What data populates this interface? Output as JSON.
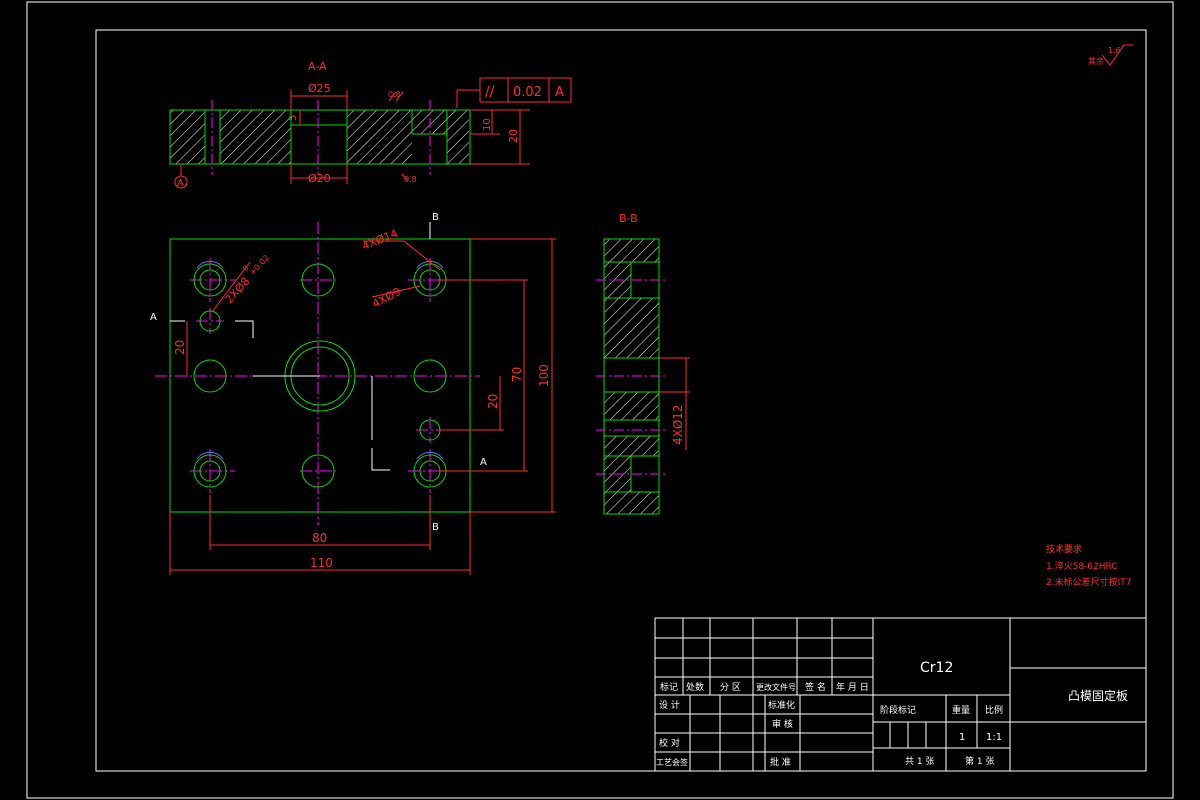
{
  "views": {
    "section_aa": "A-A",
    "section_bb": "B-B",
    "cut_a_top": "A",
    "cut_a_bottom": "A",
    "cut_b_top": "B",
    "cut_b_bottom": "B",
    "datum_a": "A"
  },
  "section_aa_dims": {
    "dia_25": "Ø25",
    "dia_20": "Ø20",
    "depth_5": "5",
    "dim_10": "10",
    "dim_20": "20",
    "rough_08_top": "0.8",
    "rough_08_bottom": "0.8",
    "tolerance_symbol": "//",
    "tolerance_value": "0.02",
    "tolerance_datum": "A"
  },
  "plan_dims": {
    "holes_14": "4XØ14",
    "holes_9": "4XØ9",
    "pin_holes": "2XØ8",
    "pin_tol": "+0.02",
    "pin_tol2": "0",
    "dim_20_left": "20",
    "dim_70": "70",
    "dim_100": "100",
    "dim_20_right": "20",
    "dim_80": "80",
    "dim_110": "110"
  },
  "section_bb_dims": {
    "holes_12": "4XØ12"
  },
  "surface_finish": {
    "prefix": "其余",
    "value": "1.6"
  },
  "tech_req": {
    "title": "技术要求",
    "line1": "1.淬火58-62HRC",
    "line2": "2.未标公差尺寸按IT7"
  },
  "title_block": {
    "material": "Cr12",
    "part_name": "凸模固定板",
    "h_mark": "标记",
    "h_count": "处数",
    "h_zone": "分 区",
    "h_doc": "更改文件号",
    "h_sign": "签 名",
    "h_date": "年 月 日",
    "r_design": "设 计",
    "r_standard": "标准化",
    "r_review": "审 核",
    "r_check": "校 对",
    "r_process": "工艺会签",
    "r_approve": "批 准",
    "h_stage": "阶段标记",
    "h_weight": "重量",
    "h_scale": "比例",
    "weight": "1",
    "scale": "1:1",
    "total_sheets": "共 1 张",
    "sheet_no": "第 1 张"
  }
}
